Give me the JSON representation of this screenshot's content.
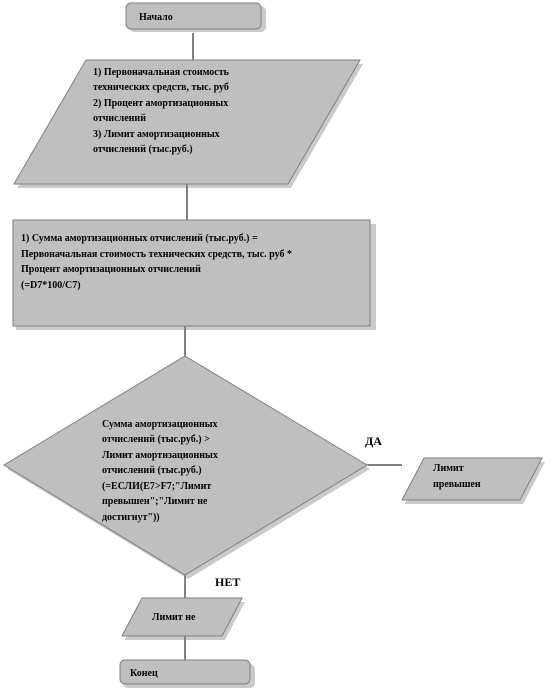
{
  "start": {
    "label": "Начало"
  },
  "input": {
    "lines": [
      "1) Первоначальная стоимость",
      "технических  средств, тыс. руб",
      "2) Процент амортизационных",
      "отчислений",
      "3) Лимит амортизационных",
      "отчислений (тыс.руб.)"
    ]
  },
  "process": {
    "lines": [
      "1) Сумма амортизационных отчислений (тыс.руб.) =",
      "Первоначальная стоимость технических  средств, тыс. руб *",
      "Процент амортизационных отчислений",
      "(=D7*100/C7)"
    ]
  },
  "decision": {
    "lines": [
      "Сумма амортизационных",
      "отчислений (тыс.руб.) >",
      "Лимит амортизационных",
      "отчислений (тыс.руб.)",
      "(=ЕСЛИ(E7>F7;\"Лимит",
      "превышен\";\"Лимит не",
      "достигнут\"))"
    ]
  },
  "branch_yes": {
    "label": "ДА"
  },
  "branch_no": {
    "label": "НЕТ"
  },
  "output_yes": {
    "lines": [
      "Лимит",
      "превышен"
    ]
  },
  "output_no": {
    "label": "Лимит не"
  },
  "end": {
    "label": "Конец"
  }
}
